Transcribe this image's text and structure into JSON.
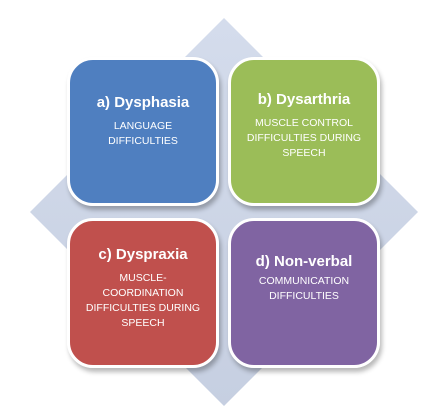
{
  "colors": {
    "diamond": "#ccd5e6",
    "a": "#4f7fc0",
    "b": "#9bbd58",
    "c": "#c0504d",
    "d": "#8064a2"
  },
  "items": [
    {
      "heading": "a) Dysphasia",
      "lines": [
        "LANGUAGE",
        "DIFFICULTIES"
      ]
    },
    {
      "heading": "b) Dysarthria",
      "lines": [
        "MUSCLE CONTROL",
        "DIFFICULTIES DURING",
        "SPEECH"
      ]
    },
    {
      "heading": "c) Dyspraxia",
      "lines": [
        "MUSCLE-",
        "COORDINATION",
        "DIFFICULTIES DURING",
        "SPEECH"
      ]
    },
    {
      "heading": "d) Non-verbal",
      "lines": [
        "COMMUNICATION",
        "DIFFICULTIES"
      ]
    }
  ]
}
